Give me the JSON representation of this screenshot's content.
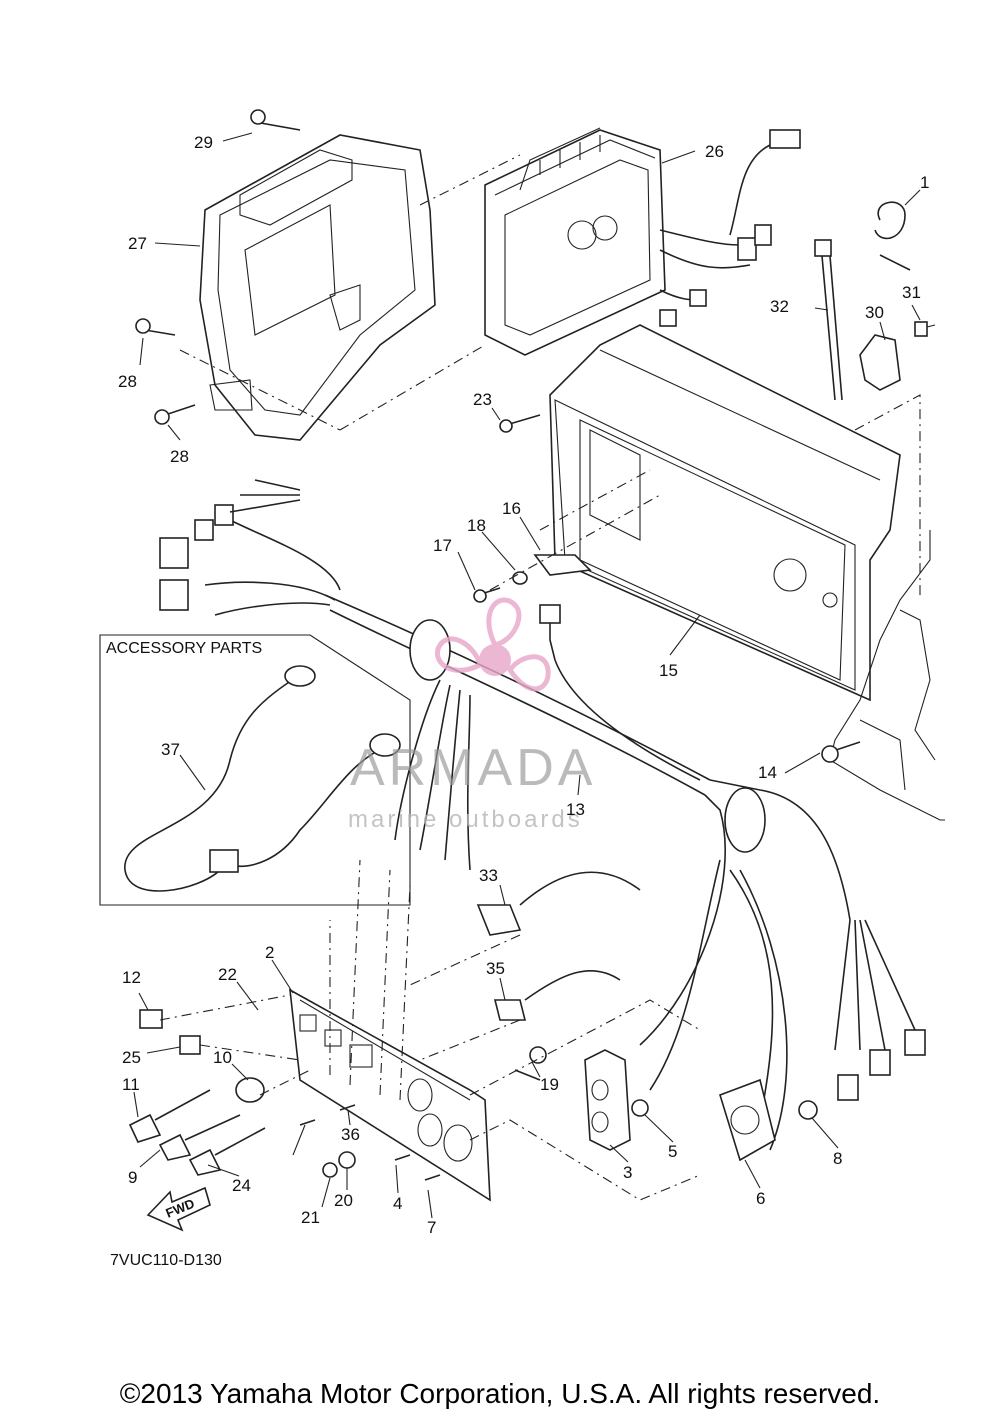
{
  "diagram_code": "7VUC110-D130",
  "accessory_box_title": "ACCESSORY PARTS",
  "fwd_label": "FWD",
  "watermark": {
    "brand": "ARMADA",
    "tagline": "marine outboards",
    "color": "#e7a6c8"
  },
  "copyright": "©2013 Yamaha Motor Corporation, U.S.A. All rights reserved.",
  "callouts": {
    "c1": "1",
    "c2": "2",
    "c3": "3",
    "c4": "4",
    "c5": "5",
    "c6": "6",
    "c7": "7",
    "c8": "8",
    "c9": "9",
    "c10": "10",
    "c11": "11",
    "c12": "12",
    "c13": "13",
    "c14": "14",
    "c15": "15",
    "c16": "16",
    "c17": "17",
    "c18": "18",
    "c19": "19",
    "c20": "20",
    "c21": "21",
    "c22": "22",
    "c23": "23",
    "c24": "24",
    "c25": "25",
    "c26": "26",
    "c27": "27",
    "c28a": "28",
    "c28b": "28",
    "c29": "29",
    "c30": "30",
    "c31": "31",
    "c32": "32",
    "c33": "33",
    "c35": "35",
    "c36": "36",
    "c37": "37"
  }
}
